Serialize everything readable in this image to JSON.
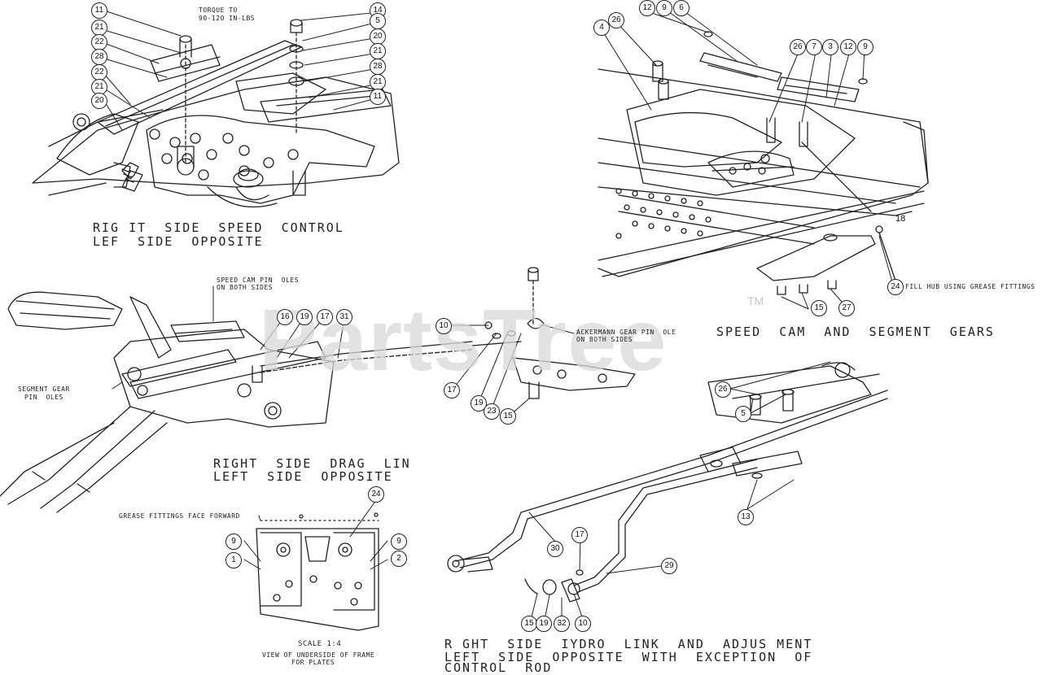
{
  "watermark": {
    "text": "PartsTree",
    "mark": "TM"
  },
  "captions": {
    "speed_control_1": "RIG IT  SIDE  SPEED  CONTROL",
    "speed_control_2": "LEF  SIDE  OPPOSITE",
    "drag_link_1": "RIGHT  SIDE  DRAG  LIN",
    "drag_link_2": "LEFT  SIDE  OPPOSITE",
    "speed_cam": "SPEED  CAM  AND  SEGMENT  GEARS",
    "hydro_1": "R GHT  SIDE  IYDRO  LINK  AND  ADJUS MENT",
    "hydro_2": "LEFT  SIDE  OPPOSITE  WITH  EXCEPTION  OF",
    "hydro_3": "CONTROL  ROD"
  },
  "notes": {
    "torque_1": "TORQUE TO",
    "torque_2": "90-120 IN-LBS",
    "cam_pin_1": "SPEED CAM PIN  OLES",
    "cam_pin_2": "ON BOTH SIDES",
    "segment_gear_1": "SEGMENT GEAR",
    "segment_gear_2": "PIN  OLES",
    "ackermann_1": "ACKERMANN GEAR PIN  OLE",
    "ackermann_2": "ON BOTH SIDES",
    "grease_fittings": "GREASE FITTINGS FACE FORWARD",
    "fill_hub": "FILL HUB USING GREASE FITTINGS",
    "scale": "SCALE 1:4",
    "underside_1": "VIEW OF UNDERSIDE OF FRAME",
    "underside_2": "FOR PLATES"
  },
  "callouts": {
    "c11a": "11",
    "c21a": "21",
    "c22a": "22",
    "c28a": "28",
    "c22b": "22",
    "c21b": "21",
    "c20a": "20",
    "c14": "14",
    "c5a": "5",
    "c20b": "20",
    "c21c": "21",
    "c28b": "28",
    "c21d": "21",
    "c11b": "11",
    "c12a": "12",
    "c9a": "9",
    "c6": "6",
    "c4": "4",
    "c26a": "26",
    "c26b": "26",
    "c7": "7",
    "c3": "3",
    "c12b": "12",
    "c9b": "9",
    "n18": "18",
    "c24a": "24",
    "c15a": "15",
    "c27": "27",
    "c16": "16",
    "c19a": "19",
    "c17a": "17",
    "c31": "31",
    "c10a": "10",
    "c17b": "17",
    "c19b": "19",
    "c23": "23",
    "c15b": "15",
    "c24b": "24",
    "c9c": "9",
    "c9d": "9",
    "c1": "1",
    "c2": "2",
    "c26c": "26",
    "c5b": "5",
    "c13": "13",
    "c30": "30",
    "c17c": "17",
    "c29": "29",
    "c15c": "15",
    "c19c": "19",
    "c32": "32",
    "c10b": "10"
  }
}
